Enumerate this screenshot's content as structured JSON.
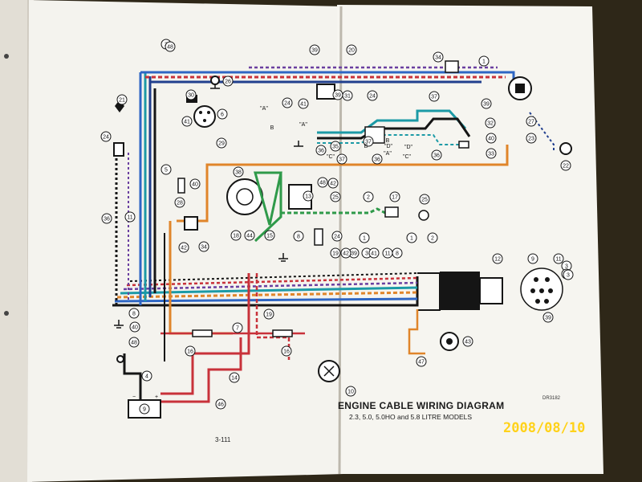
{
  "diagram": {
    "title": "ENGINE CABLE WIRING DIAGRAM",
    "subtitle": "2.3, 5.0, 5.0HO and 5.8 LITRE MODELS",
    "code": "DR3182",
    "page_number": "3-111"
  },
  "photo": {
    "date_stamp": "2008/08/10"
  },
  "colors": {
    "blue": "#2e66c4",
    "dark_blue": "#213f8e",
    "teal": "#1c9aa6",
    "orange": "#e0852a",
    "red": "#c8323a",
    "black": "#151515",
    "purple": "#6a3fa0",
    "green": "#2f9a4a",
    "stamp": "#ffd21a"
  },
  "callouts": [
    {
      "id": "c1",
      "text": "1"
    },
    {
      "id": "c2",
      "text": "1"
    },
    {
      "id": "c3",
      "text": "1"
    },
    {
      "id": "c4",
      "text": "2"
    },
    {
      "id": "c5",
      "text": "2"
    },
    {
      "id": "c6",
      "text": "3"
    },
    {
      "id": "c7",
      "text": "3"
    },
    {
      "id": "c8",
      "text": "3"
    },
    {
      "id": "c9",
      "text": "4"
    },
    {
      "id": "c10",
      "text": "5"
    },
    {
      "id": "c11",
      "text": "6"
    },
    {
      "id": "c12",
      "text": "7"
    },
    {
      "id": "c13",
      "text": "8"
    },
    {
      "id": "c14",
      "text": "8"
    },
    {
      "id": "c15",
      "text": "8"
    },
    {
      "id": "c16",
      "text": "9"
    },
    {
      "id": "c17",
      "text": "10"
    },
    {
      "id": "c18",
      "text": "11"
    },
    {
      "id": "c19",
      "text": "11"
    },
    {
      "id": "c20",
      "text": "11"
    },
    {
      "id": "c21",
      "text": "12"
    },
    {
      "id": "c22",
      "text": "13"
    },
    {
      "id": "c23",
      "text": "14"
    },
    {
      "id": "c24",
      "text": "15"
    },
    {
      "id": "c25",
      "text": "16"
    },
    {
      "id": "c26",
      "text": "16"
    },
    {
      "id": "c27",
      "text": "17"
    },
    {
      "id": "c28",
      "text": "18"
    },
    {
      "id": "c29",
      "text": "19"
    },
    {
      "id": "c30",
      "text": "19"
    },
    {
      "id": "c31",
      "text": "20"
    },
    {
      "id": "c32",
      "text": "21"
    },
    {
      "id": "c33",
      "text": "22"
    },
    {
      "id": "c34",
      "text": "23"
    },
    {
      "id": "c35",
      "text": "24"
    },
    {
      "id": "c36",
      "text": "24"
    },
    {
      "id": "c37",
      "text": "24"
    },
    {
      "id": "c38",
      "text": "24"
    },
    {
      "id": "c39",
      "text": "25"
    },
    {
      "id": "c40",
      "text": "25"
    },
    {
      "id": "c41",
      "text": "26"
    },
    {
      "id": "c42",
      "text": "27"
    },
    {
      "id": "c43",
      "text": "28"
    },
    {
      "id": "c44",
      "text": "29"
    },
    {
      "id": "c45",
      "text": "30"
    },
    {
      "id": "c46",
      "text": "31"
    },
    {
      "id": "c47",
      "text": "32"
    },
    {
      "id": "c48",
      "text": "33"
    },
    {
      "id": "c49",
      "text": "34"
    },
    {
      "id": "c50",
      "text": "34"
    },
    {
      "id": "c51",
      "text": "35"
    },
    {
      "id": "c52",
      "text": "36"
    },
    {
      "id": "c53",
      "text": "36"
    },
    {
      "id": "c54",
      "text": "36"
    },
    {
      "id": "c55",
      "text": "36"
    },
    {
      "id": "c56",
      "text": "37"
    },
    {
      "id": "c57",
      "text": "37"
    },
    {
      "id": "c58",
      "text": "37"
    },
    {
      "id": "c59",
      "text": "38"
    },
    {
      "id": "c60",
      "text": "39"
    },
    {
      "id": "c61",
      "text": "39"
    },
    {
      "id": "c62",
      "text": "39"
    },
    {
      "id": "c63",
      "text": "39"
    },
    {
      "id": "c64",
      "text": "39"
    },
    {
      "id": "c65",
      "text": "40"
    },
    {
      "id": "c66",
      "text": "40"
    },
    {
      "id": "c67",
      "text": "40"
    },
    {
      "id": "c68",
      "text": "41"
    },
    {
      "id": "c69",
      "text": "41"
    },
    {
      "id": "c70",
      "text": "41"
    },
    {
      "id": "c71",
      "text": "42"
    },
    {
      "id": "c72",
      "text": "42"
    },
    {
      "id": "c73",
      "text": "42"
    },
    {
      "id": "c74",
      "text": "43"
    },
    {
      "id": "c75",
      "text": "44"
    },
    {
      "id": "c76",
      "text": "45"
    },
    {
      "id": "c77",
      "text": "46"
    },
    {
      "id": "c78",
      "text": "47"
    },
    {
      "id": "c79",
      "text": "48"
    },
    {
      "id": "c80",
      "text": "48"
    },
    {
      "id": "c81",
      "text": "48"
    },
    {
      "id": "c82",
      "text": "9"
    },
    {
      "id": "c83",
      "text": "3"
    }
  ],
  "letters": [
    {
      "id": "l1",
      "text": "\"A\""
    },
    {
      "id": "l2",
      "text": "B"
    },
    {
      "id": "l3",
      "text": "\"A\""
    },
    {
      "id": "l4",
      "text": "\"D\""
    },
    {
      "id": "l5",
      "text": "B"
    },
    {
      "id": "l6",
      "text": "\"D\""
    },
    {
      "id": "l7",
      "text": "\"C\""
    },
    {
      "id": "l8",
      "text": "\"C\""
    },
    {
      "id": "l9",
      "text": "\"A\""
    },
    {
      "id": "l10",
      "text": "B"
    }
  ]
}
